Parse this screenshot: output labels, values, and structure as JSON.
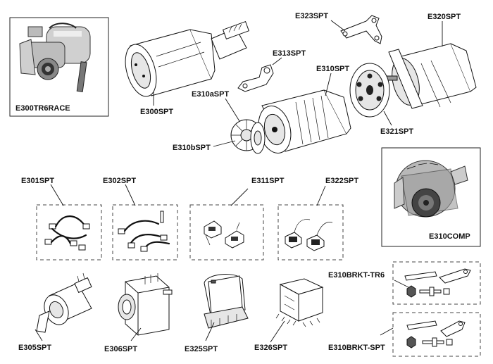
{
  "parts": [
    {
      "code": "E300TR6RACE"
    },
    {
      "code": "E300SPT"
    },
    {
      "code": "E313SPT"
    },
    {
      "code": "E310SPT"
    },
    {
      "code": "E310aSPT"
    },
    {
      "code": "E310bSPT"
    },
    {
      "code": "E323SPT"
    },
    {
      "code": "E320SPT"
    },
    {
      "code": "E321SPT"
    },
    {
      "code": "E301SPT"
    },
    {
      "code": "E302SPT"
    },
    {
      "code": "E311SPT"
    },
    {
      "code": "E322SPT"
    },
    {
      "code": "E310COMP"
    },
    {
      "code": "E310BRKT-TR6"
    },
    {
      "code": "E305SPT"
    },
    {
      "code": "E306SPT"
    },
    {
      "code": "E325SPT"
    },
    {
      "code": "E326SPT"
    },
    {
      "code": "E310BRKT-SPT"
    }
  ]
}
